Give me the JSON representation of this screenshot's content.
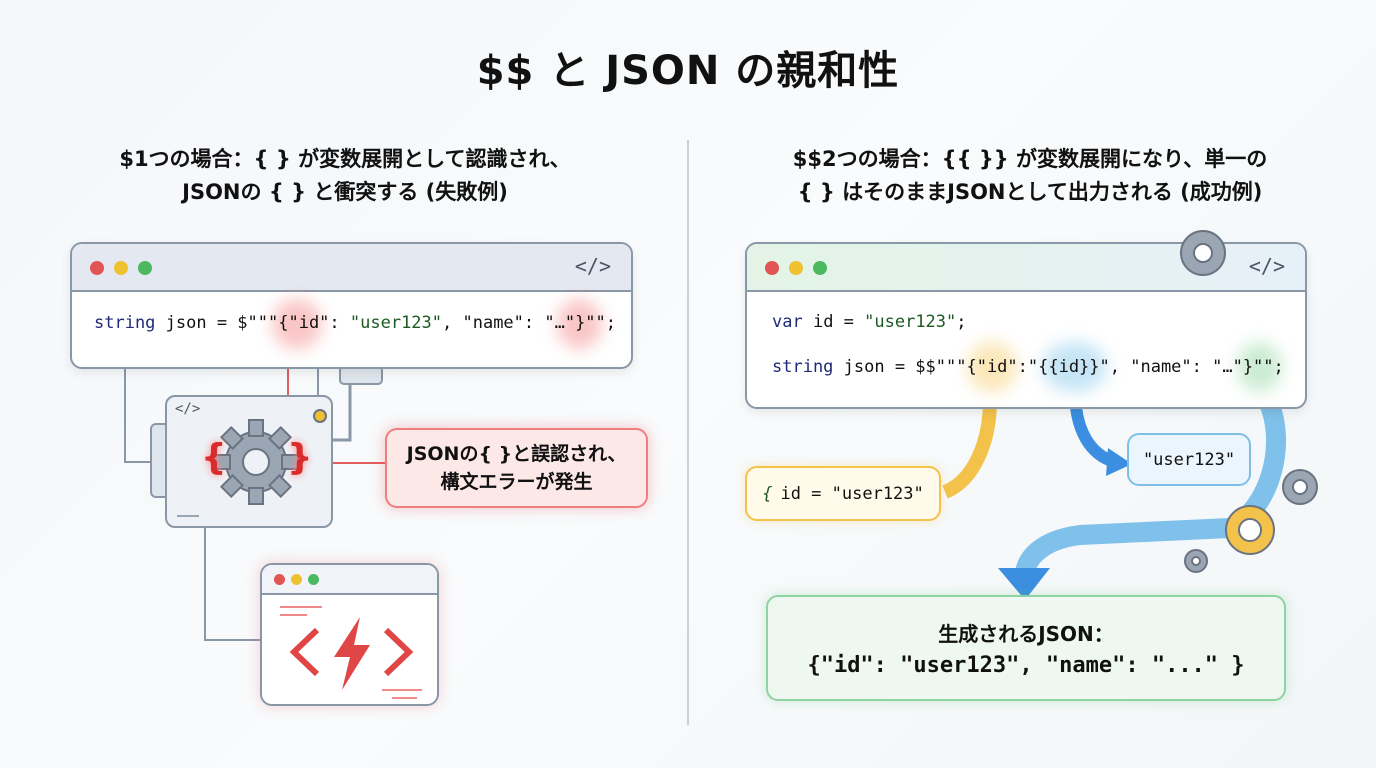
{
  "title": "$$ と JSON の親和性",
  "left": {
    "heading_line1": "$1つの場合：{ } が変数展開として認識され、",
    "heading_line2": "JSONの { } と衝突する (失敗例)",
    "code_tag": "</>",
    "code_parts": {
      "kw": "string",
      "rest1": " json = $\"\"\"{\"id\": ",
      "str": "\"user123\"",
      "rest2": ", \"name\": \"…\"}\"\";"
    },
    "machine_tag": "</>",
    "braces_open": "{",
    "braces_close": "}",
    "callout_line1": "JSONの{ }と誤認され、",
    "callout_line2": "構文エラーが発生"
  },
  "right": {
    "heading_line1": "$$2つの場合：{{ }} が変数展開になり、単一の",
    "heading_line2": "{ } はそのままJSONとして出力される (成功例)",
    "code_tag": "</>",
    "line1": {
      "kw": "var",
      "rest": " id = ",
      "str": "\"user123\"",
      "end": ";"
    },
    "line2": {
      "kw": "string",
      "rest": " json = $$\"\"\"{\"id\":\"{{id}}\", \"name\": \"…\"}\"\";"
    },
    "value_box": "\"user123\"",
    "variable_box": "id = \"user123\"",
    "variable_brace": "{",
    "result_label": "生成されるJSON：",
    "result_json": "{\"id\": \"user123\", \"name\": \"...\" }"
  },
  "colors": {
    "error": "#e53e3e",
    "success": "#6cc48a",
    "accent_blue": "#3b8ee0",
    "accent_yellow": "#f2c24b"
  }
}
